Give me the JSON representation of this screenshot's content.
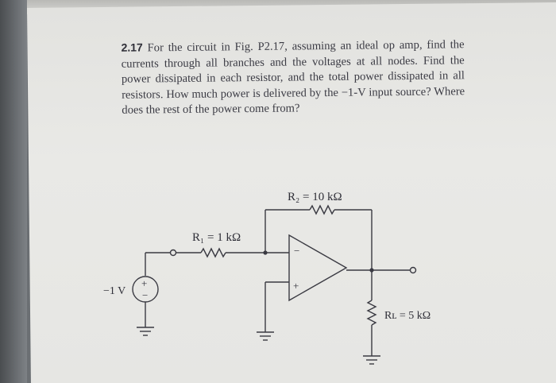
{
  "problem": {
    "number": "2.17",
    "text": "For the circuit in Fig. P2.17, assuming an ideal op amp, find the currents through all branches and the voltages at all nodes. Find the power dissipated in each resistor, and the total power dissipated in all resistors. How much power is delivered by the −1-V input source? Where does the rest of the power come from?"
  },
  "circuit": {
    "r2_label": "R₂ = 10 kΩ",
    "r1_label": "R₁ = 1 kΩ",
    "rl_label": "Rʟ = 5 kΩ",
    "source_label": "−1 V",
    "source_plus": "+",
    "source_minus": "−",
    "opamp_inverting": "−",
    "opamp_noninverting": "+"
  }
}
